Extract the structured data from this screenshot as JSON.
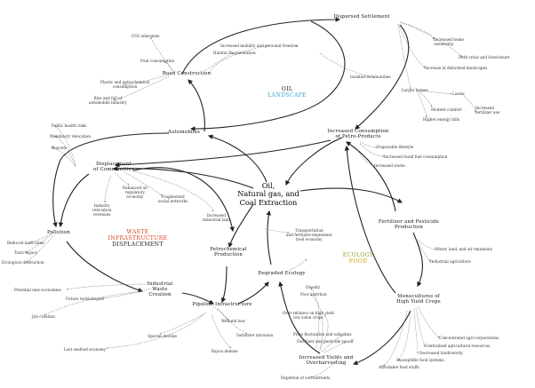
{
  "center": {
    "lines": [
      "Oil,",
      "Natural gas, and",
      "Coal Extraction"
    ]
  },
  "themes": {
    "oil_landscape": {
      "line1": "OIL",
      "line2": "LANDSCAPE",
      "color1": "#222222",
      "color2": "#3aa6d6"
    },
    "waste": {
      "line1": "WASTE",
      "line2": "INFRASTRUCTURE",
      "line3": "DISPLACEMENT",
      "color1": "#d9482b",
      "color3": "#222222"
    },
    "ecology": {
      "line1": "ECOLOGY",
      "line2": "FOOD",
      "color1": "#8fa833",
      "color2": "#d4a017"
    }
  },
  "hubs": {
    "dispersed_settlement": "Dispersed Settlement",
    "road_construction": "Road Construction",
    "automobiles": "Automobiles",
    "increased_consumption": [
      "Increased Consumption",
      "of Petro-Products"
    ],
    "displacement_communities": [
      "Displacement",
      "of Communities"
    ],
    "pollution": "Pollution",
    "petrochemical": [
      "Petrochemical",
      "Production"
    ],
    "industrial_waste": [
      "Industrial",
      "Waste",
      "Creation"
    ],
    "pipeline": "Pipeline Infrastructure",
    "degraded_ecology": "Degraded Ecology",
    "fertilizer": [
      "Fertilizer and Pesticide",
      "Production"
    ],
    "monocultures": [
      "Monocultures of",
      "High Yield Crops"
    ],
    "increased_yields": [
      "Increased Yields and",
      "Overharvesting"
    ]
  },
  "labels": {
    "co2": "CO2 emissions",
    "fuel": "Fuel consumption",
    "plastic": [
      "Plastic and petrochemical",
      "consumption"
    ],
    "rise_fall": [
      "Rise and fall of",
      "automobile industry"
    ],
    "mobility": "Increased mobility and personal freedom",
    "habitat": "Habitat fragmentation",
    "isolated": "Isolated communities",
    "home_ownership": [
      "Increased home",
      "ownership"
    ],
    "debt": "Debt crisis and foreclosure",
    "disturbed": "Increase in disturbed landscapes",
    "larger_homes": "Larger homes",
    "lawns": "Lawns",
    "modern_comfort": "Modern comfort",
    "energy_bills": "Higher energy bills",
    "fertilizer_use": [
      "Increased",
      "fertilizer use"
    ],
    "disposable": "Disposable lifestyle",
    "fossil_fuel": "Increased fossil fuel consumption",
    "increased_waste": "Increased waste",
    "public_health": "Public health risks",
    "mandatory_relocation": "Mandatory relocation",
    "buyouts": "Buyouts",
    "oil_regulatory": [
      "Enhanced oil",
      "regulatory",
      "economy"
    ],
    "fragmented": [
      "Fragmented",
      "social networks"
    ],
    "industry_relocation": [
      "Industry",
      "relocation",
      "revenues"
    ],
    "industrial_land": [
      "Increased",
      "industrial land"
    ],
    "transport": [
      "Transportation",
      "and fertilizer-dependent",
      "food economy"
    ],
    "reduced_land": "Reduced land value",
    "toxic_legacy": "Toxic legacy",
    "eco_destruction": "Ecological destruction",
    "new_economies": "Potential new economies",
    "future_tech": "Future technologies",
    "job_creation": "Job creation",
    "wetland_loss": "Wetland loss",
    "saltwater": "Saltwater intrusion",
    "species": "Species decline",
    "lost_seafood": "Lost seafood economy",
    "bayou": "Bayou demise",
    "obesity": "Obesity",
    "poor_nutrition": "Poor nutrition",
    "over_reliance": [
      "Over-reliance on high yield",
      "low value crops"
    ],
    "price_fluct": "Price fluctuation and subsidies",
    "pesticide_runoff": "Fertilizer and pesticide runoff",
    "water_air": "Water, land, and air emissions",
    "industrial_agri": "Industrial agriculture",
    "consolidation": "Concentrated agri-corporations",
    "centralized": "Centralized agricultural resources",
    "biodiversity": "Decreased biodiversity",
    "susceptible": "Susceptible food systems",
    "affordable": "Affordable food stuffs",
    "depletion": "Depletion of soil nutrients"
  }
}
